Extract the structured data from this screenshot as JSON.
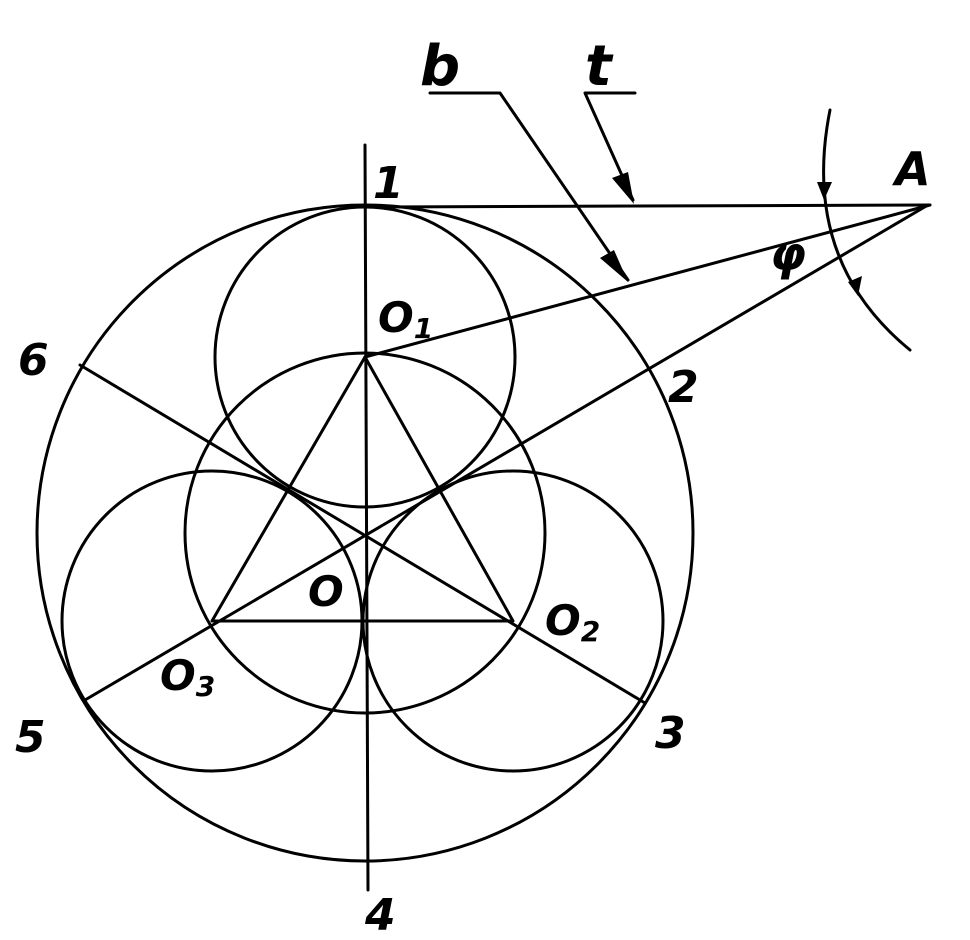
{
  "labels": {
    "b": "b",
    "t": "t",
    "A": "A",
    "phi": "φ",
    "O": "O",
    "O1": "O",
    "O1_sub": "1",
    "O2": "O",
    "O2_sub": "2",
    "O3": "O",
    "O3_sub": "3",
    "p1": "1",
    "p2": "2",
    "p3": "3",
    "p4": "4",
    "p5": "5",
    "p6": "6"
  },
  "colors": {
    "line": "#000000",
    "background": "#ffffff"
  }
}
